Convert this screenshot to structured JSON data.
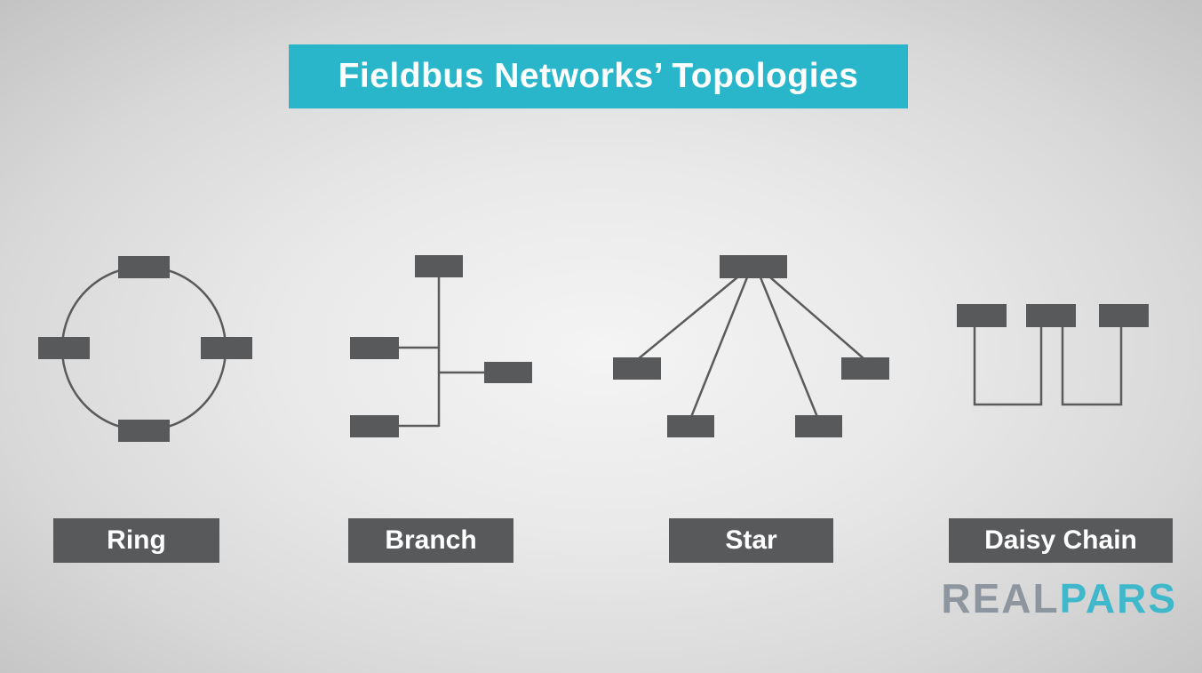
{
  "title": "Fieldbus Networks’ Topologies",
  "topologies": [
    {
      "id": "ring",
      "label": "Ring"
    },
    {
      "id": "branch",
      "label": "Branch"
    },
    {
      "id": "star",
      "label": "Star"
    },
    {
      "id": "daisy-chain",
      "label": "Daisy Chain"
    }
  ],
  "logo": {
    "real": "REAL",
    "pars": "PARS"
  },
  "colors": {
    "accent_cyan": "#29b6cb",
    "node_gray": "#58595b",
    "line_gray": "#5a5b5d",
    "label_bar_gray": "#58595b",
    "logo_gray": "#8d969e",
    "logo_cyan": "#3fb8cc"
  }
}
